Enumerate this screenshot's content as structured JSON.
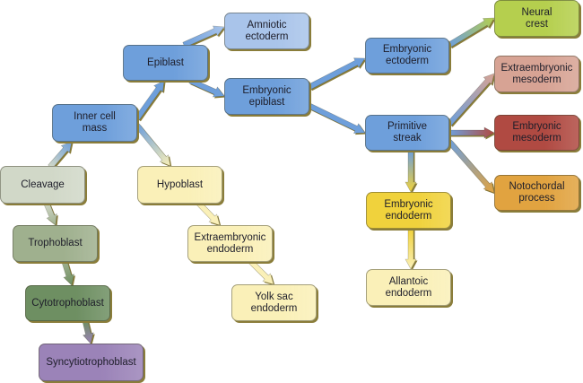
{
  "title": "Derivation of embryonic tissues",
  "nodes": [
    {
      "id": "amniotic-ectoderm",
      "label": "Amniotic\nectoderm",
      "color": "#a9c4ea"
    },
    {
      "id": "epiblast",
      "label": "Epiblast",
      "color": "#6e9fdb"
    },
    {
      "id": "embryonic-epiblast",
      "label": "Embryonic\nepiblast",
      "color": "#6e9fdb"
    },
    {
      "id": "inner-cell-mass",
      "label": "Inner cell\nmass",
      "color": "#6e9fdb"
    },
    {
      "id": "cleavage",
      "label": "Cleavage",
      "color": "#d1d8c8"
    },
    {
      "id": "hypoblast",
      "label": "Hypoblast",
      "color": "#faf0b8"
    },
    {
      "id": "trophoblast",
      "label": "Trophoblast",
      "color": "#9fb08e"
    },
    {
      "id": "extraembryonic-endoderm",
      "label": "Extraembryonic\nendoderm",
      "color": "#faf0b8"
    },
    {
      "id": "cytotrophoblast",
      "label": "Cytotrophoblast",
      "color": "#6e8f62"
    },
    {
      "id": "yolk-sac-endoderm",
      "label": "Yolk sac\nendoderm",
      "color": "#faf0b8"
    },
    {
      "id": "syncytiotrophoblast",
      "label": "Syncytiotrophoblast",
      "color": "#9b83b8"
    },
    {
      "id": "embryonic-ectoderm",
      "label": "Embryonic\nectoderm",
      "color": "#6e9fdb"
    },
    {
      "id": "primitive-streak",
      "label": "Primitive\nstreak",
      "color": "#6e9fdb"
    },
    {
      "id": "embryonic-endoderm",
      "label": "Embryonic\nendoderm",
      "color": "#f0d23c"
    },
    {
      "id": "allantoic-endoderm",
      "label": "Allantoic\nendoderm",
      "color": "#faf0b8"
    },
    {
      "id": "neural-crest",
      "label": "Neural\ncrest",
      "color": "#b5cf4e"
    },
    {
      "id": "extraembryonic-mesoderm",
      "label": "Extraembryonic\nmesoderm",
      "color": "#d7a394"
    },
    {
      "id": "embryonic-mesoderm",
      "label": "Embryonic\nmesoderm",
      "color": "#b04a42"
    },
    {
      "id": "notochordal-process",
      "label": "Notochordal\nprocess",
      "color": "#e1a340"
    }
  ],
  "edges": [
    {
      "from": "cleavage",
      "to": "inner-cell-mass"
    },
    {
      "from": "cleavage",
      "to": "trophoblast"
    },
    {
      "from": "trophoblast",
      "to": "cytotrophoblast"
    },
    {
      "from": "cytotrophoblast",
      "to": "syncytiotrophoblast"
    },
    {
      "from": "inner-cell-mass",
      "to": "epiblast"
    },
    {
      "from": "inner-cell-mass",
      "to": "hypoblast"
    },
    {
      "from": "hypoblast",
      "to": "extraembryonic-endoderm"
    },
    {
      "from": "extraembryonic-endoderm",
      "to": "yolk-sac-endoderm"
    },
    {
      "from": "epiblast",
      "to": "amniotic-ectoderm"
    },
    {
      "from": "epiblast",
      "to": "embryonic-epiblast"
    },
    {
      "from": "embryonic-epiblast",
      "to": "embryonic-ectoderm"
    },
    {
      "from": "embryonic-epiblast",
      "to": "primitive-streak"
    },
    {
      "from": "embryonic-ectoderm",
      "to": "neural-crest"
    },
    {
      "from": "primitive-streak",
      "to": "extraembryonic-mesoderm"
    },
    {
      "from": "primitive-streak",
      "to": "embryonic-mesoderm"
    },
    {
      "from": "primitive-streak",
      "to": "notochordal-process"
    },
    {
      "from": "primitive-streak",
      "to": "embryonic-endoderm"
    },
    {
      "from": "embryonic-endoderm",
      "to": "allantoic-endoderm"
    }
  ]
}
